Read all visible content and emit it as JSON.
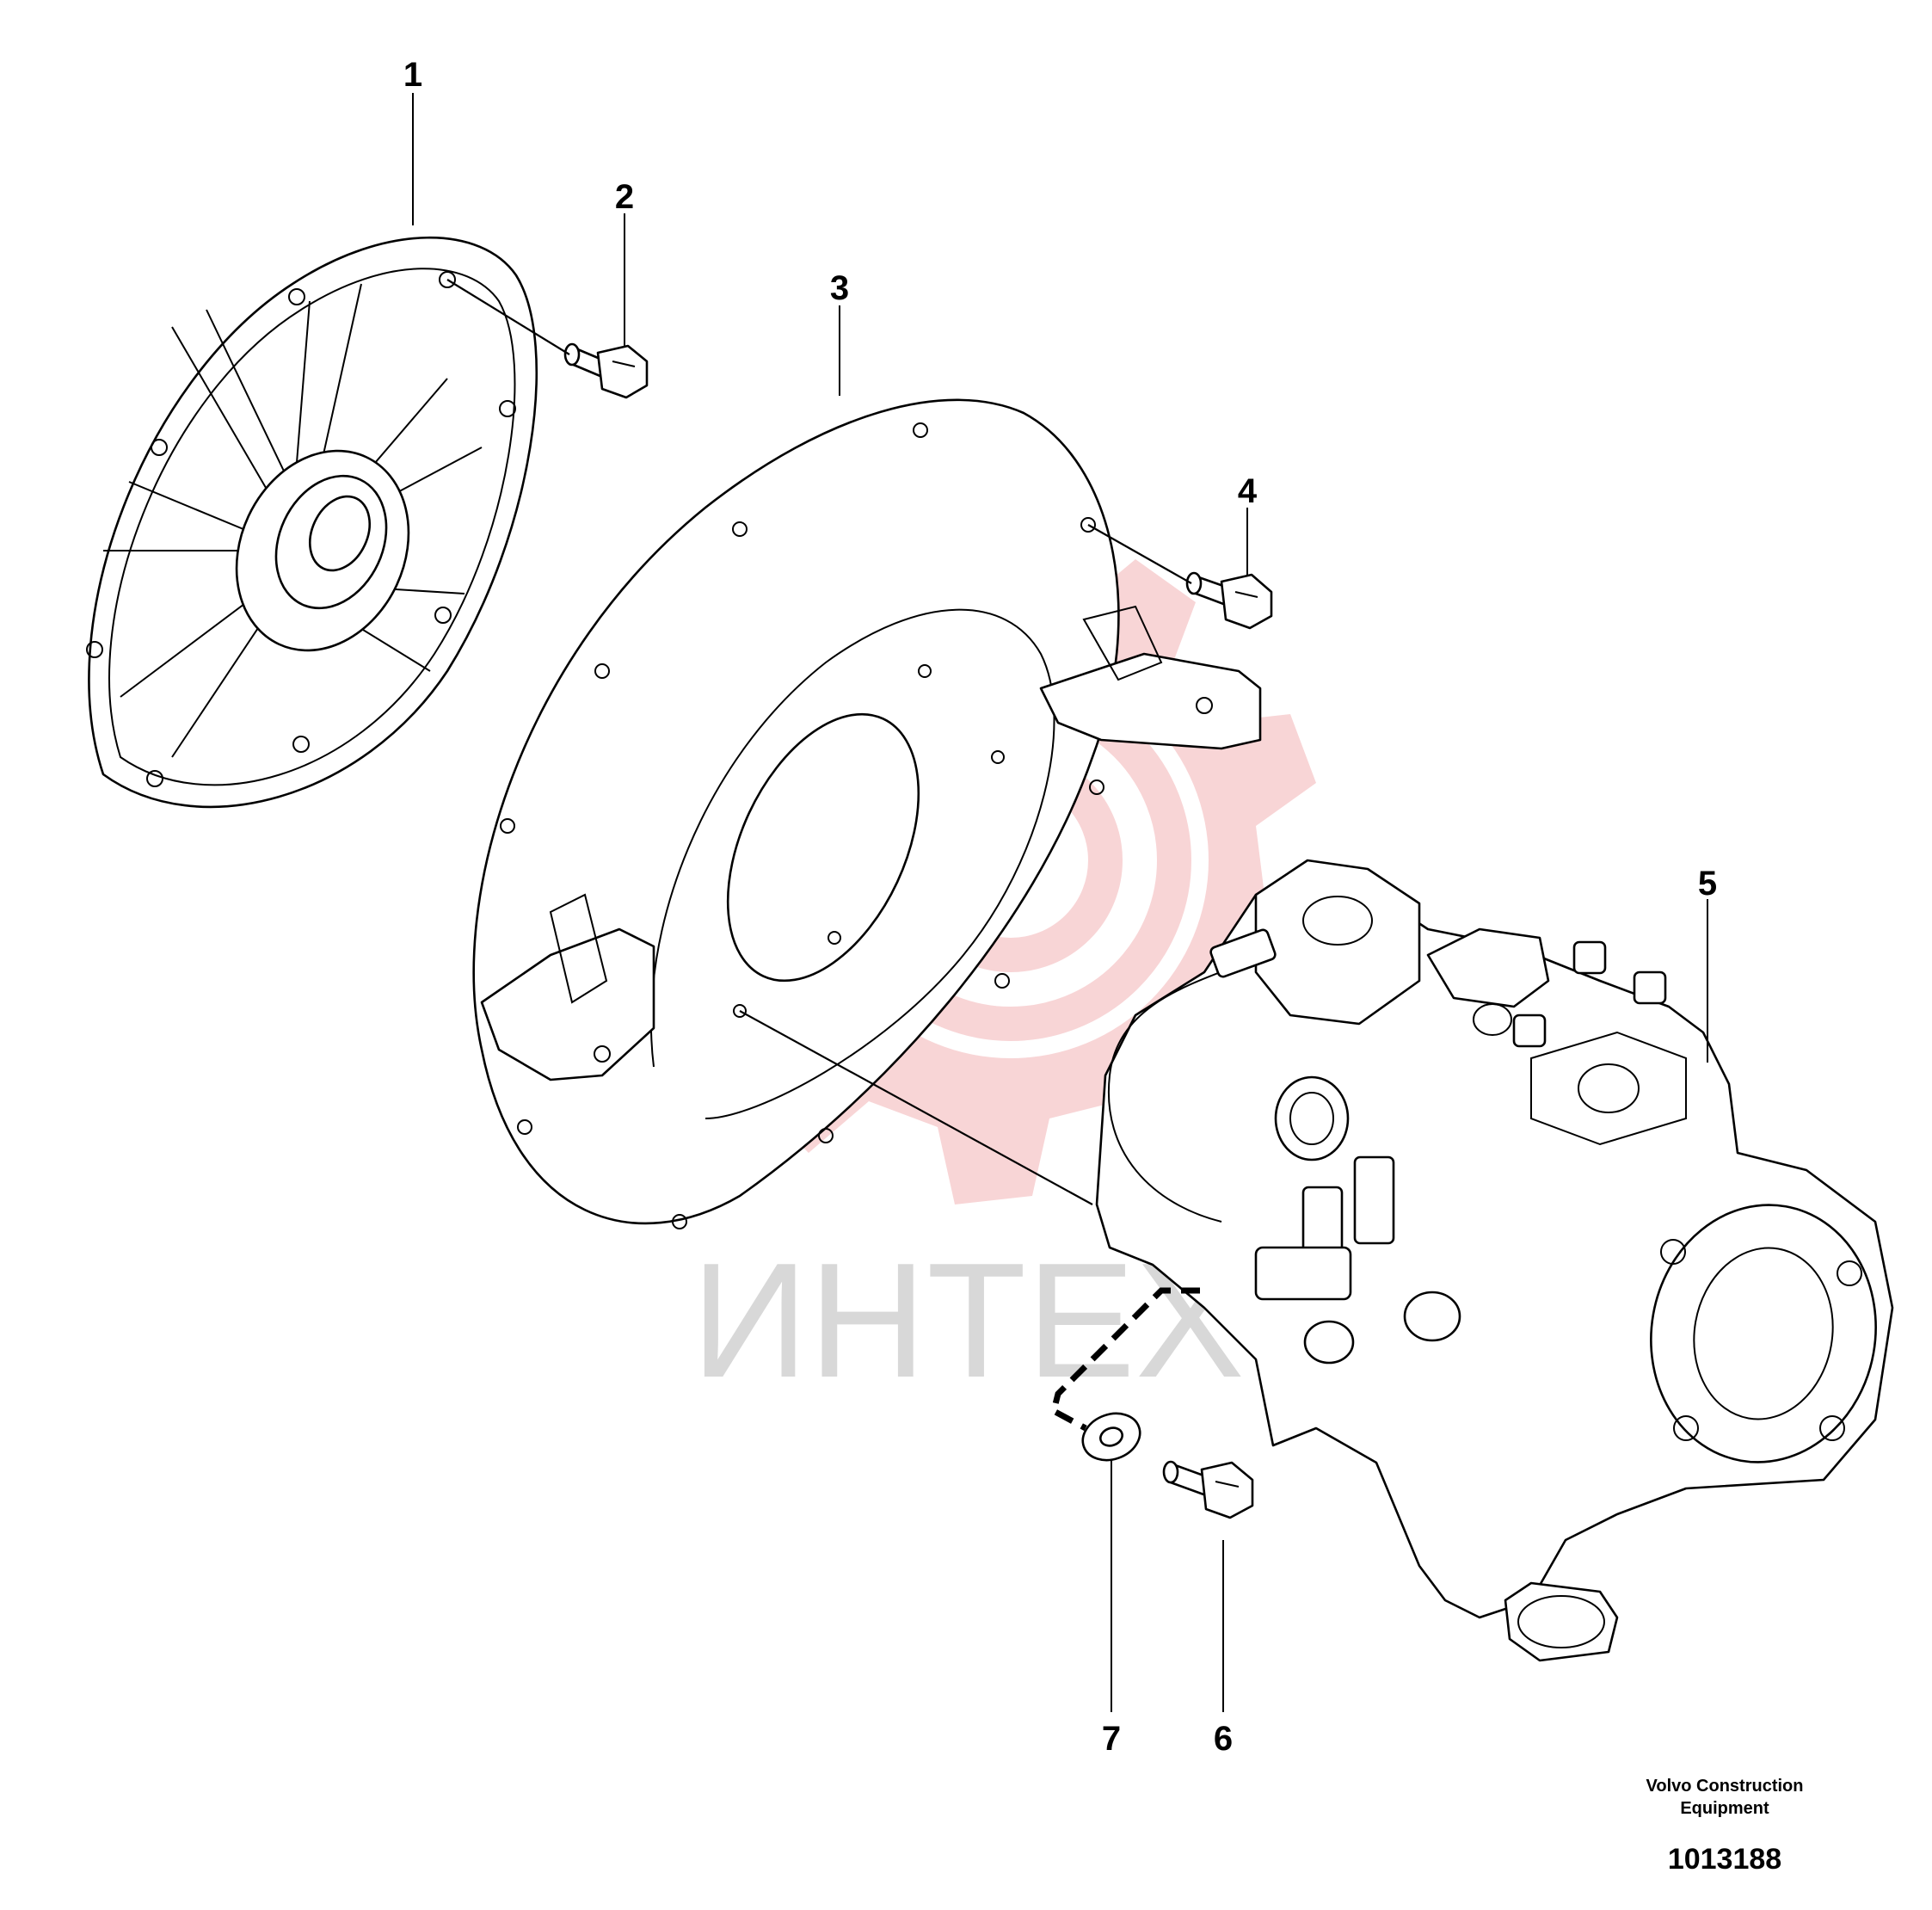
{
  "callouts": [
    {
      "id": "1",
      "label": "1"
    },
    {
      "id": "2",
      "label": "2"
    },
    {
      "id": "3",
      "label": "3"
    },
    {
      "id": "4",
      "label": "4"
    },
    {
      "id": "5",
      "label": "5"
    },
    {
      "id": "6",
      "label": "6"
    },
    {
      "id": "7",
      "label": "7"
    }
  ],
  "watermark": {
    "text": "ИНТЕХ",
    "color": "#f6c7c9"
  },
  "footer": {
    "brand_line1": "Volvo Construction",
    "brand_line2": "Equipment",
    "document_number": "1013188"
  }
}
